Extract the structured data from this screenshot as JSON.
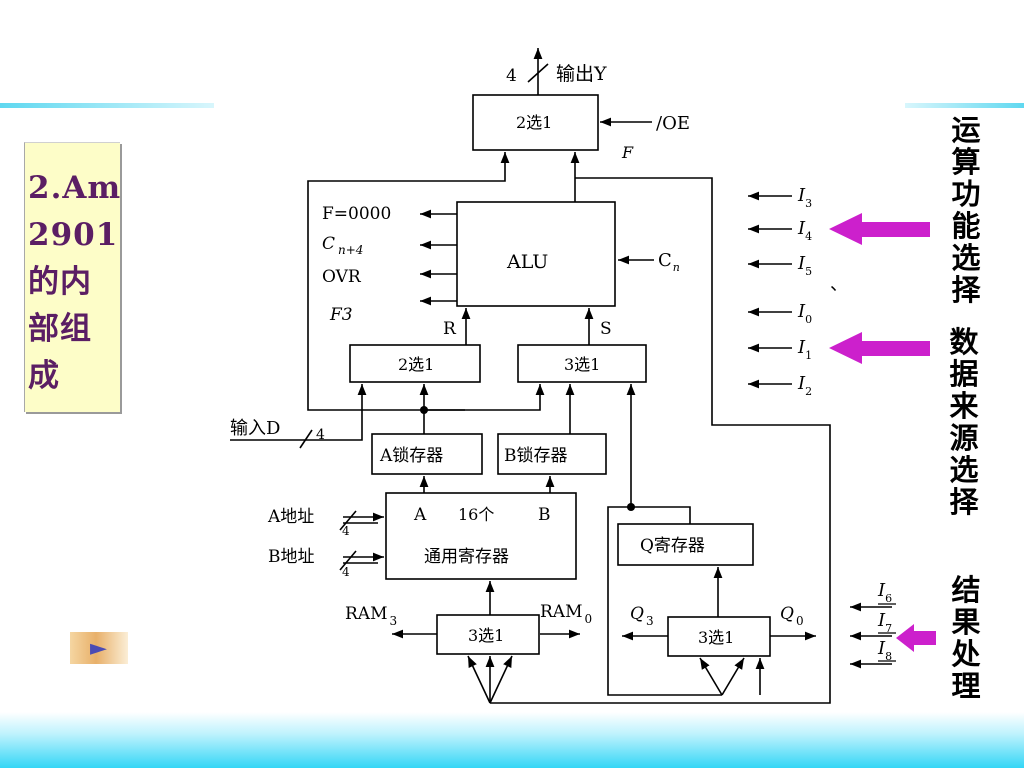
{
  "slide": {
    "title": "2.Am\n2901\n的内\n部组\n成",
    "nav_next_glyph": "►"
  },
  "side_labels": {
    "ops": "运算功能选择",
    "src": "数据来源选择",
    "res": "结果处理",
    "comma": "、"
  },
  "diagram": {
    "out_count": "4",
    "out_label": "输出Y",
    "mux_out": "2选1",
    "oe": "/OE",
    "f": "F",
    "f_zero": "F=0000",
    "cn4": "C",
    "cn4_sub": "n+4",
    "ovr": "OVR",
    "f3": "F3",
    "alu": "ALU",
    "cn": "C",
    "cn_sub": "n",
    "r": "R",
    "s": "S",
    "mux_r": "2选1",
    "mux_s": "3选1",
    "input_d": "输入D",
    "input_count": "4",
    "latch_a": "A锁存器",
    "latch_b": "B锁存器",
    "reg_a": "A",
    "reg_16": "16个",
    "reg_b": "B",
    "reg_name": "通用寄存器",
    "addr_a": "A地址",
    "addr_b": "B地址",
    "addr_a_count": "4",
    "addr_b_count": "4",
    "q_reg": "Q寄存器",
    "ram3": "RAM",
    "ram3_sub": "3",
    "ram0": "RAM",
    "ram0_sub": "0",
    "q3": "Q",
    "q3_sub": "3",
    "q0": "Q",
    "q0_sub": "0",
    "mux_ram": "3选1",
    "mux_q": "3选1",
    "instr": [
      {
        "n": "I",
        "s": "3"
      },
      {
        "n": "I",
        "s": "4"
      },
      {
        "n": "I",
        "s": "5"
      },
      {
        "n": "I",
        "s": "0"
      },
      {
        "n": "I",
        "s": "1"
      },
      {
        "n": "I",
        "s": "2"
      },
      {
        "n": "I",
        "s": "6"
      },
      {
        "n": "I",
        "s": "7"
      },
      {
        "n": "I",
        "s": "8"
      }
    ]
  },
  "colors": {
    "accent_line": "#5fd8f0",
    "title_bg": "#fdfdc8",
    "title_text": "#5b1e64",
    "arrow_magenta": "#cc20cc"
  }
}
